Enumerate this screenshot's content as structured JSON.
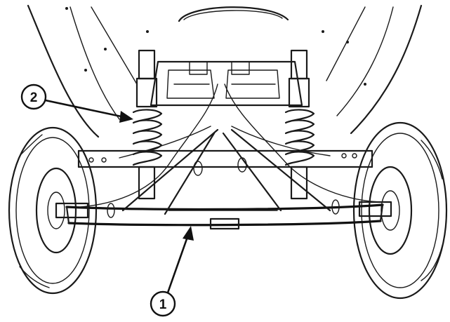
{
  "figure": {
    "background": "#ffffff",
    "ink_color": "#1a1a1a",
    "callouts": [
      {
        "number": "1",
        "target": "axle-beam"
      },
      {
        "number": "2",
        "target": "coil-spring-shock-absorber"
      }
    ]
  }
}
